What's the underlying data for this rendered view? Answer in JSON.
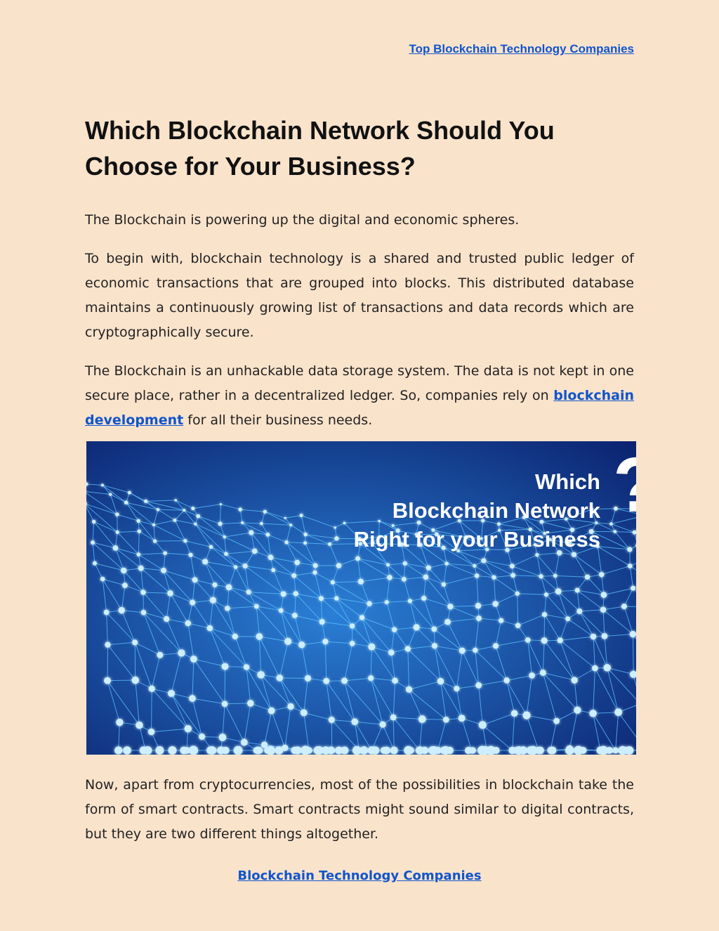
{
  "header": {
    "link_text": "Top Blockchain Technology Companies"
  },
  "article": {
    "title_line1": "Which Blockchain Network Should You",
    "title_line2": "Choose for Your Business?",
    "p1": "The Blockchain is powering up the digital and economic spheres.",
    "p2": "To begin with, blockchain technology is a shared and trusted public ledger of economic transactions that are grouped into blocks. This distributed database maintains a continuously growing list of transactions and data records which are cryptographically secure.",
    "p3_before": "The Blockchain is an unhackable data storage system. The data is not kept in one secure place, rather in a decentralized ledger. So, companies rely on ",
    "p3_link": "blockchain development",
    "p3_after": " for all their business needs.",
    "p4": "Now, apart from cryptocurrencies, most of the possibilities in blockchain take the form of smart contracts. Smart contracts might sound similar to digital contracts, but they are two different things altogether."
  },
  "hero": {
    "line1": "Which",
    "line2": "Blockchain Network",
    "line3": "Right for your Business",
    "mark": "?",
    "bg_dark": "#0a1f6b",
    "bg_light": "#2a7fd6",
    "node_color": "#cdeeff"
  },
  "footer": {
    "link_text": "Blockchain Technology Companies"
  }
}
